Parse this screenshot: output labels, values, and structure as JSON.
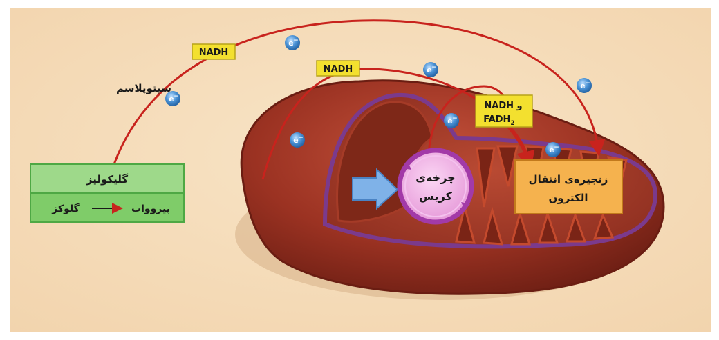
{
  "labels": {
    "cytoplasm": "سیتوپلاسم",
    "glycolysis": "گلیکولیز",
    "glucose": "گلوکز",
    "pyruvate": "پیرووات",
    "krebs_line1": "چرخه‌ی",
    "krebs_line2": "کربس",
    "etc_line1": "زنجیره‌ی انتقال",
    "etc_line2": "الکترون",
    "nadh_1": "NADH",
    "nadh_2": "NADH",
    "nadh_3": "NADH و",
    "fadh2": "FADH",
    "fadh2_sub": "2"
  },
  "electron": {
    "text": "e",
    "sign": "−"
  },
  "colors": {
    "background": "#f6dfbe",
    "glycolysis_fill": "#9ed98a",
    "glycolysis_border": "#4ea844",
    "label_yellow": "#f3e02f",
    "krebs_fill": "#f0b0e6",
    "krebs_ring": "#a23aa8",
    "etc_fill": "#f5b24e",
    "arrow_red": "#c8231d",
    "electron_blue": "#3c86c9",
    "mito_outer": "#8a2a1d",
    "mito_inner": "#7b3a8c",
    "crista": "#a93521"
  }
}
